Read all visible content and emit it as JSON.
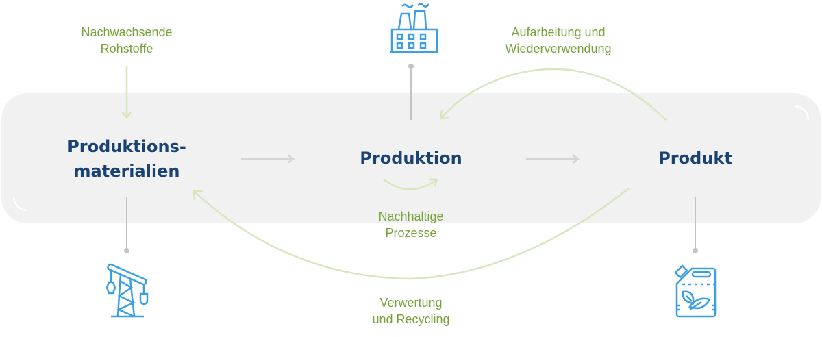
{
  "colors": {
    "node_text": "#1a4273",
    "label_text": "#77a23c",
    "arrow_green": "#d7e6bd",
    "arrow_gray": "#d4d4d4",
    "connector_gray": "#c4c4c4",
    "icon_blue": "#3a9fe3",
    "band": "#f1f1f1"
  },
  "nodes": {
    "materials": "Produktions-\nmaterialien",
    "production": "Produktion",
    "product": "Produkt"
  },
  "labels": {
    "renewable": "Nachwachsende\nRohstoffe",
    "refurbish": "Aufarbeitung und\nWiederverwendung",
    "sustainable": "Nachhaltige\nProzesse",
    "recycling": "Verwertung\nund Recycling"
  },
  "icons": {
    "production": "factory-icon",
    "materials": "oil-pump-icon",
    "product": "eco-canister-icon"
  }
}
